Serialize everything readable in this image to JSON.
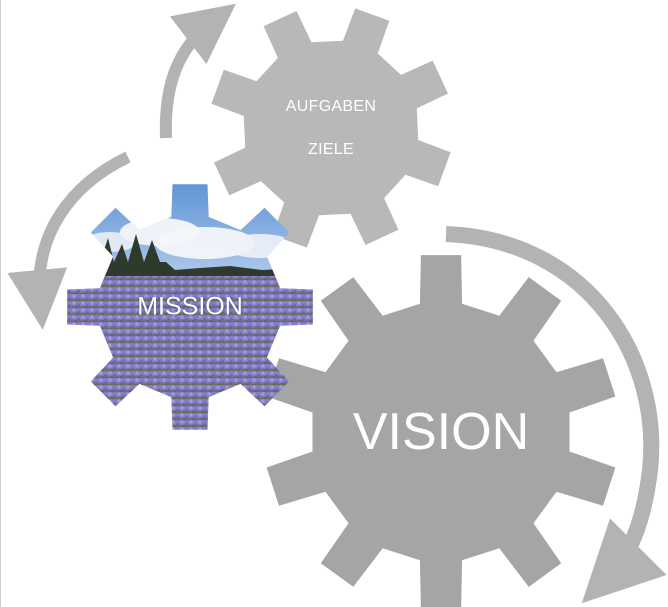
{
  "gears": {
    "aufgaben_label": "AUFGABEN",
    "ziele_label": "ZIELE",
    "mission_label": "MISSION",
    "vision_label": "VISION"
  },
  "colors": {
    "small_gear": "#b8b8b8",
    "large_gear": "#a5a5a5",
    "arrow": "#b3b3b3",
    "sky_top": "#6a9fd8",
    "cloud": "#f4f6fa",
    "treeline": "#2e3a2c",
    "lavender": "#8a78c4"
  }
}
